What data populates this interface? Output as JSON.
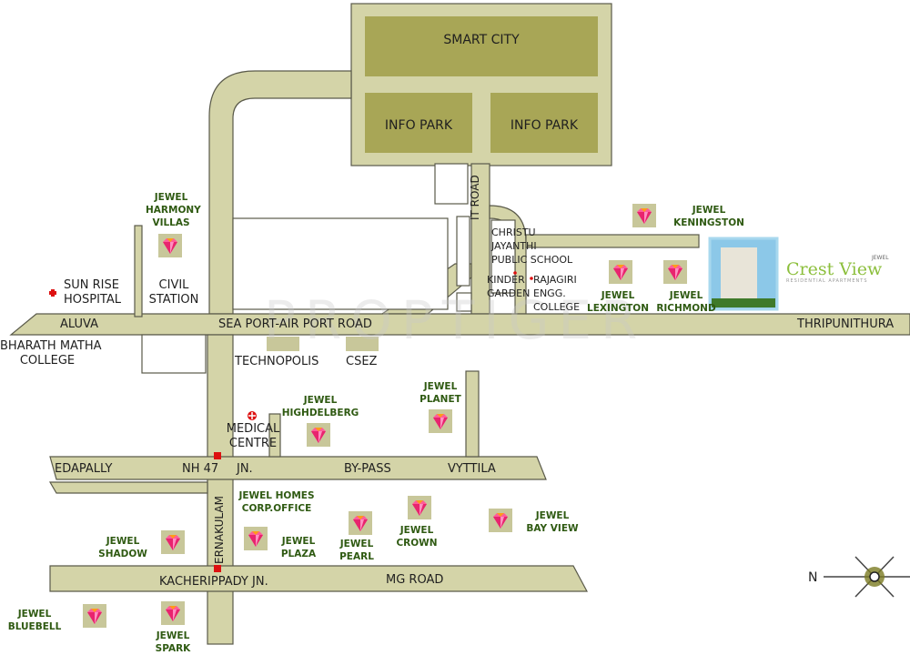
{
  "map": {
    "watermark": "PROPTIGER",
    "colors": {
      "road": "#d4d4a8",
      "road_edge": "#5a5a4a",
      "zone": "#a8a656",
      "jewel_text": "#2f5a12",
      "label_text": "#1f1f1f",
      "marker_red": "#dd1111"
    },
    "zones": {
      "smart_city": "SMART CITY",
      "info_park_1": "INFO PARK",
      "info_park_2": "INFO PARK"
    },
    "roads": {
      "it_road": "IT ROAD",
      "seaport_airport": "SEA PORT-AIR PORT ROAD",
      "aluva": "ALUVA",
      "thripunithura": "THRIPUNITHURA",
      "edapally": "EDAPALLY",
      "nh47": "NH 47",
      "jn": "JN.",
      "bypass": "BY-PASS",
      "vyttila": "VYTTILA",
      "ernakulam": "ERNAKULAM",
      "kacherippady": "KACHERIPPADY JN.",
      "mg_road": "MG ROAD"
    },
    "places": {
      "sunrise_hospital": [
        "SUN RISE",
        "HOSPITAL"
      ],
      "civil_station": [
        "CIVIL",
        "STATION"
      ],
      "bharath_matha": [
        "BHARATH MATHA",
        "COLLEGE"
      ],
      "technopolis": "TECHNOPOLIS",
      "csez": "CSEZ",
      "christu_jayanthi": [
        "CHRISTU",
        "JAYANTHI",
        "PUBLIC SCHOOL"
      ],
      "kinder_garden": [
        "KINDER",
        "GARDEN"
      ],
      "rajagiri": [
        "RAJAGIRI",
        "ENGG.",
        "COLLEGE"
      ],
      "medical_centre": [
        "MEDICAL",
        "CENTRE"
      ]
    },
    "jewels": [
      {
        "id": "harmony-villas",
        "lines": [
          "JEWEL",
          "HARMONY",
          "VILLAS"
        ]
      },
      {
        "id": "keningston",
        "lines": [
          "JEWEL",
          "KENINGSTON"
        ]
      },
      {
        "id": "lexington",
        "lines": [
          "JEWEL",
          "LEXINGTON"
        ]
      },
      {
        "id": "richmond",
        "lines": [
          "JEWEL",
          "RICHMOND"
        ]
      },
      {
        "id": "highdelberg",
        "lines": [
          "JEWEL",
          "HIGHDELBERG"
        ]
      },
      {
        "id": "planet",
        "lines": [
          "JEWEL",
          "PLANET"
        ]
      },
      {
        "id": "homes-corp",
        "lines": [
          "JEWEL HOMES",
          "CORP.OFFICE"
        ]
      },
      {
        "id": "plaza",
        "lines": [
          "JEWEL",
          "PLAZA"
        ]
      },
      {
        "id": "pearl",
        "lines": [
          "JEWEL",
          "PEARL"
        ]
      },
      {
        "id": "crown",
        "lines": [
          "JEWEL",
          "CROWN"
        ]
      },
      {
        "id": "bay-view",
        "lines": [
          "JEWEL",
          "BAY VIEW"
        ]
      },
      {
        "id": "shadow",
        "lines": [
          "JEWEL",
          "SHADOW"
        ]
      },
      {
        "id": "bluebell",
        "lines": [
          "JEWEL",
          "BLUEBELL"
        ]
      },
      {
        "id": "spark",
        "lines": [
          "JEWEL",
          "SPARK"
        ]
      }
    ],
    "project": {
      "brand": "Crest View",
      "tag": "JEWEL",
      "subtitle": "RESIDENTIAL APARTMENTS"
    },
    "compass": {
      "north_label": "N"
    }
  }
}
